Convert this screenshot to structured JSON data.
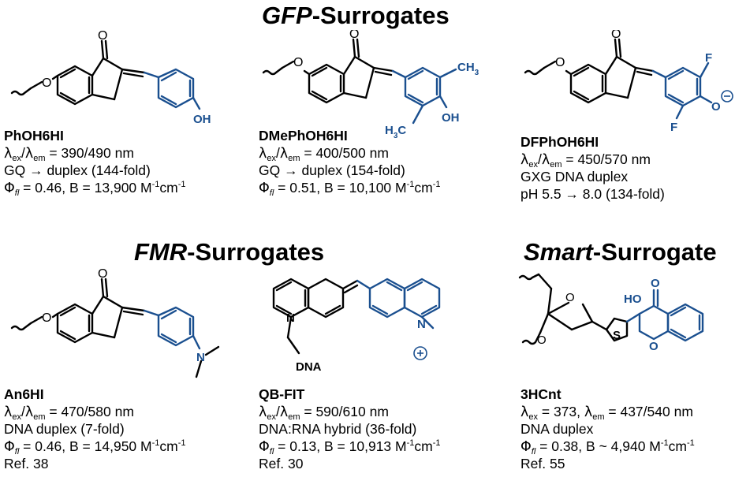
{
  "titles": {
    "gfp": {
      "italic": "GFP",
      "rest": "-Surrogates"
    },
    "fmr": {
      "italic": "FMR",
      "rest": "-Surrogates"
    },
    "smart": {
      "italic": "Smart",
      "rest": "-Surrogate"
    }
  },
  "compounds": [
    {
      "id": "c1",
      "name": "PhOH6HI",
      "ex": "390",
      "em": "490",
      "line2": "GQ → duplex (144-fold)",
      "phi": "0.46",
      "B": "13,900",
      "ref": ""
    },
    {
      "id": "c2",
      "name": "DMePhOH6HI",
      "ex": "400",
      "em": "500",
      "line2": "GQ → duplex (154-fold)",
      "phi": "0.51",
      "B": "10,100",
      "ref": ""
    },
    {
      "id": "c3",
      "name": "DFPhOH6HI",
      "ex": "450",
      "em": "570",
      "line2": "GXG DNA duplex",
      "line3": "pH 5.5 → 8.0 (134-fold)",
      "ref": ""
    },
    {
      "id": "c4",
      "name": "An6HI",
      "ex": "470",
      "em": "580",
      "line2": "DNA duplex (7-fold)",
      "phi": "0.46",
      "B": "14,950",
      "ref": "Ref. 38"
    },
    {
      "id": "c5",
      "name": "QB-FIT",
      "ex": "590",
      "em": "610",
      "line2": "DNA:RNA hybrid (36-fold)",
      "phi": "0.13",
      "B": "10,913",
      "ref": "Ref. 30"
    },
    {
      "id": "c6",
      "name": "3HCnt",
      "ex": "373",
      "em": "437/540",
      "line2": "DNA duplex",
      "phi": "0.38",
      "B": "~ 4,940",
      "ref": "Ref. 55"
    }
  ],
  "atom_labels": {
    "O": "O",
    "OH": "OH",
    "CH3": "CH",
    "H3C": "H",
    "F": "F",
    "N": "N",
    "DNA": "DNA",
    "S": "S",
    "HO": "HO"
  },
  "colors": {
    "accent": "#1a4f8f",
    "ink": "#000000"
  }
}
